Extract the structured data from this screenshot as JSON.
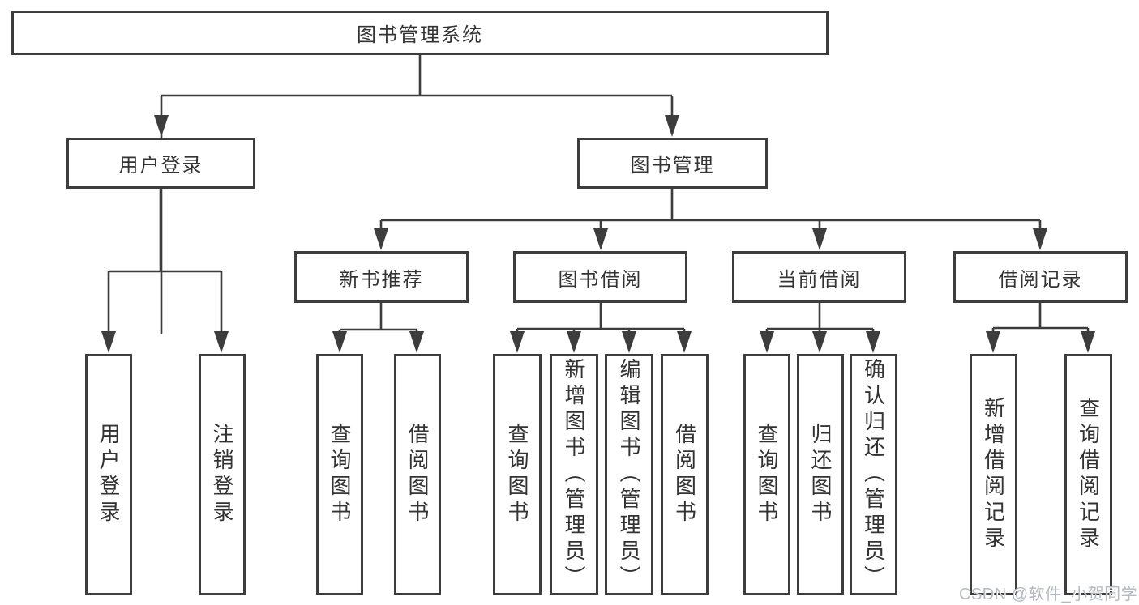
{
  "diagram": {
    "root": {
      "label": "图书管理系统"
    },
    "branches": [
      {
        "label": "用户登录",
        "children": [
          "用户登录",
          "注销登录"
        ]
      },
      {
        "label": "图书管理",
        "children": [
          {
            "label": "新书推荐",
            "children": [
              "查询图书",
              "借阅图书"
            ]
          },
          {
            "label": "图书借阅",
            "children": [
              "查询图书",
              "新增图书（管理员）",
              "编辑图书（管理员）",
              "借阅图书"
            ]
          },
          {
            "label": "当前借阅",
            "children": [
              "查询图书",
              "归还图书",
              "确认归还（管理员）"
            ]
          },
          {
            "label": "借阅记录",
            "children": [
              "新增借阅记录",
              "查询借阅记录"
            ]
          }
        ]
      }
    ]
  },
  "watermark": "CSDN @软件_小贺同学",
  "colors": {
    "line": "#3d3d3d",
    "text": "#333333",
    "watermark": "#b4bac2",
    "background": "#ffffff"
  }
}
